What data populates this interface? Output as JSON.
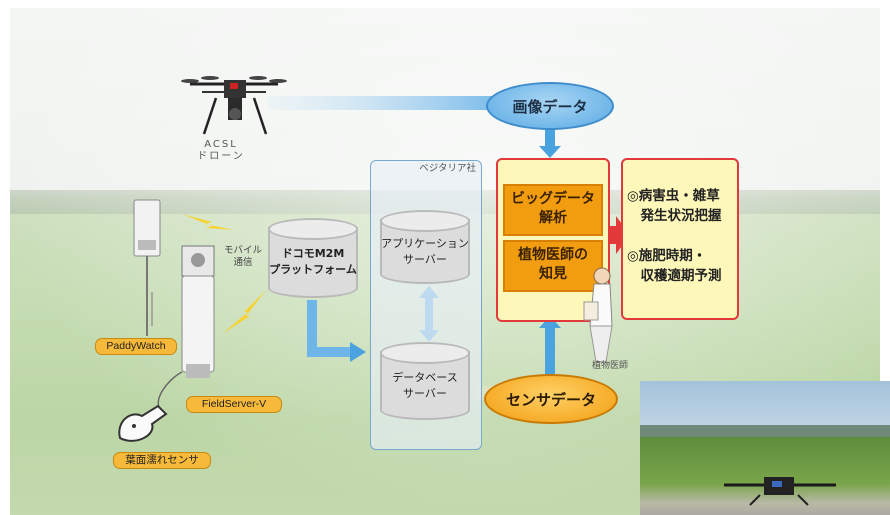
{
  "drone_label": "ACSL\nドローン",
  "image_data_label": "画像データ",
  "sensor_data_label": "センサデータ",
  "vegetalia_label": "ベジタリア社",
  "mobile_label": "モバイル\n通信",
  "docomo_label": "ドコモM2M\nプラットフォーム",
  "app_server_label": "アプリケーション\nサーバー",
  "db_server_label": "データベース\nサーバー",
  "bigdata_label": "ビッグデータ\n解析",
  "plant_doctor_label": "植物医師の\n知見",
  "plant_doctor_caption": "植物医師",
  "result_1": "◎病害虫・雑草\n　発生状況把握",
  "result_2": "◎施肥時期・\n　収穫適期予測",
  "paddywatch_label": "PaddyWatch",
  "fieldserver_label": "FieldServer-V",
  "leaf_sensor_label": "葉面濡れセンサ",
  "colors": {
    "orange": "#f29d10",
    "blue_ellipse": "#6fb6e8",
    "yellow_panel": "#fdf8b9",
    "red_border": "#e23a3a",
    "arrow_blue": "#4aa3de"
  }
}
